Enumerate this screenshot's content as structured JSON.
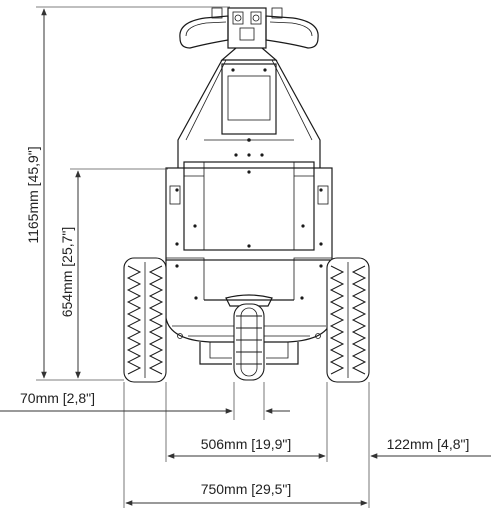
{
  "dimensions": {
    "overall_height": "1165mm [45,9\"]",
    "rear_height": "654mm [25,7\"]",
    "center_wheel_width": "70mm [2,8\"]",
    "inner_track": "506mm [19,9\"]",
    "wheel_width": "122mm [4,8\"]",
    "overall_width": "750mm [29,5\"]"
  },
  "colors": {
    "line": "#1a1a1a",
    "text": "#222222",
    "background": "#ffffff"
  }
}
